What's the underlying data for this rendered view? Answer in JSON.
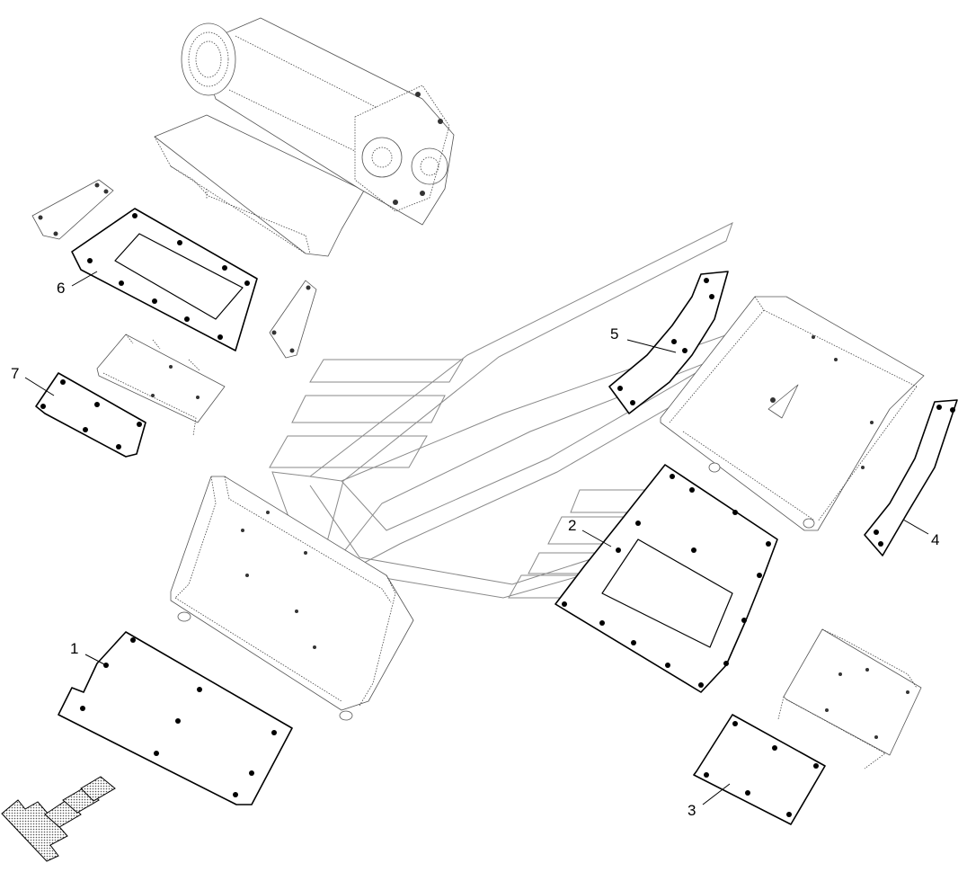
{
  "callouts": [
    {
      "id": "1",
      "label": "1"
    },
    {
      "id": "2",
      "label": "2"
    },
    {
      "id": "3",
      "label": "3"
    },
    {
      "id": "4",
      "label": "4"
    },
    {
      "id": "5",
      "label": "5"
    },
    {
      "id": "6",
      "label": "6"
    },
    {
      "id": "7",
      "label": "7"
    }
  ],
  "icons": {
    "direction_arrow": "direction-arrow-icon",
    "watermark": "brand-watermark"
  },
  "colors": {
    "line": "#000000",
    "ghost": "#444444",
    "watermark": "#8a8a8a",
    "background": "#ffffff",
    "hatch": "#555555"
  }
}
